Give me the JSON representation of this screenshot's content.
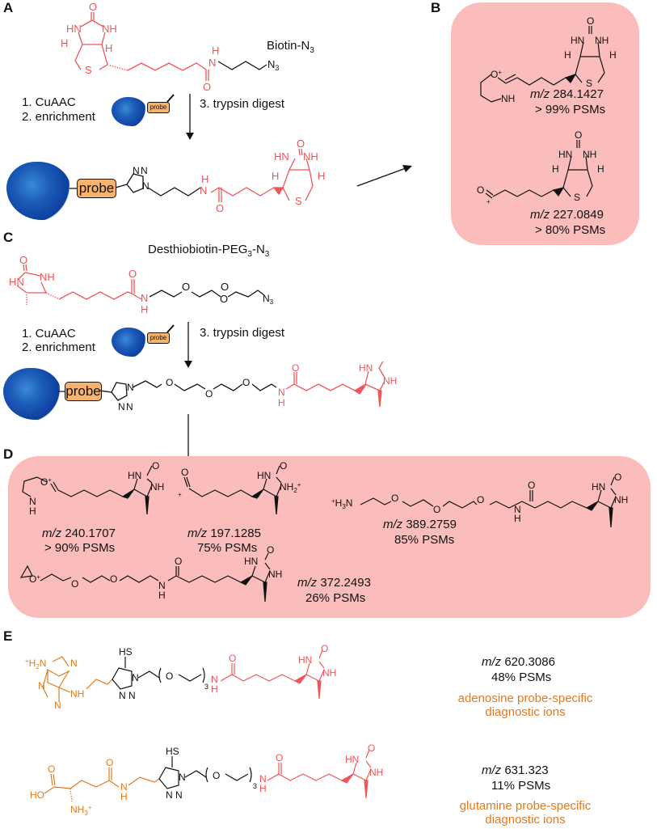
{
  "panels": {
    "A": {
      "label": "A",
      "compound_name": "Biotin-N3",
      "compound_name_parts": {
        "main": "Biotin-N",
        "sub": "3"
      },
      "steps": [
        "1. CuAAC",
        "2. enrichment"
      ],
      "step3": "3. trypsin digest",
      "probe_label": "probe",
      "colors": {
        "biotin": "#f0555a",
        "linker": "#111111"
      }
    },
    "B": {
      "label": "B",
      "ions": [
        {
          "mz_label": "m/z",
          "mz": "284.1427",
          "psm": "> 99% PSMs"
        },
        {
          "mz_label": "m/z",
          "mz": "227.0849",
          "psm": "> 80% PSMs"
        }
      ],
      "box_color": "#fbbcbc"
    },
    "C": {
      "label": "C",
      "compound_name_parts": {
        "a": "Desthiobiotin-PEG",
        "s1": "3",
        "b": "-N",
        "s2": "3"
      },
      "steps": [
        "1. CuAAC",
        "2. enrichment"
      ],
      "step3": "3. trypsin digest",
      "probe_label": "probe"
    },
    "D": {
      "label": "D",
      "ions": [
        {
          "mz_label": "m/z",
          "mz": "240.1707",
          "psm": "> 90% PSMs"
        },
        {
          "mz_label": "m/z",
          "mz": "197.1285",
          "psm": "75% PSMs"
        },
        {
          "mz_label": "m/z",
          "mz": "389.2759",
          "psm": "85% PSMs"
        },
        {
          "mz_label": "m/z",
          "mz": "372.2493",
          "psm": "26% PSMs"
        }
      ]
    },
    "E": {
      "label": "E",
      "ions": [
        {
          "mz_label": "m/z",
          "mz": "620.3086",
          "psm": "48% PSMs",
          "note": [
            "adenosine probe-specific",
            "diagnostic ions"
          ]
        },
        {
          "mz_label": "m/z",
          "mz": "631.323",
          "psm": "11% PSMs",
          "note": [
            "glutamine probe-specific",
            "diagnostic ions"
          ]
        }
      ],
      "accent": "#e07a1f"
    }
  },
  "atoms": {
    "O": "O",
    "S": "S",
    "N": "N",
    "NH": "NH",
    "HN": "HN",
    "H": "H",
    "N3": "N",
    "three": "3",
    "Oplus": "O",
    "plus": "+",
    "NH2plus": "NH",
    "two": "2",
    "H3N": "H",
    "HS": "HS",
    "HO": "HO",
    "NH3": "NH"
  }
}
